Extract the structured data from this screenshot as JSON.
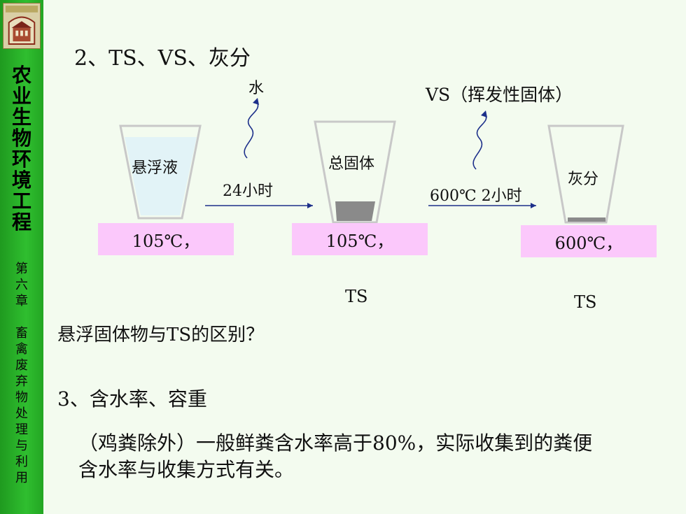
{
  "sidebar": {
    "course_title": [
      "农",
      "业",
      "生",
      "物",
      "环",
      "境",
      "工",
      "程"
    ],
    "chapter": [
      "第",
      "六",
      "章",
      "",
      "畜",
      "禽",
      "废",
      "弃",
      "物",
      "处",
      "理",
      "与",
      "利",
      "用"
    ]
  },
  "slide": {
    "heading_ts": "2、TS、VS、灰分",
    "water_label": "水",
    "vs_label": "VS（挥发性固体）",
    "beaker1_label": "悬浮液",
    "beaker2_label": "总固体",
    "beaker3_label": "灰分",
    "arrow1_label": "24小时",
    "arrow2_label": "600℃ 2小时",
    "box1_label": "105℃，",
    "box2_label": "105℃，",
    "box3_label": "600℃，",
    "ts_label_1": "TS",
    "ts_label_2": "TS",
    "question": "悬浮固体物与TS的区别？",
    "heading_moisture": "3、含水率、容重",
    "paragraph_line1": "（鸡粪除外）一般鲜粪含水率高于80%，实际收集到的粪便",
    "paragraph_line2": "含水率与收集方式有关。"
  }
}
